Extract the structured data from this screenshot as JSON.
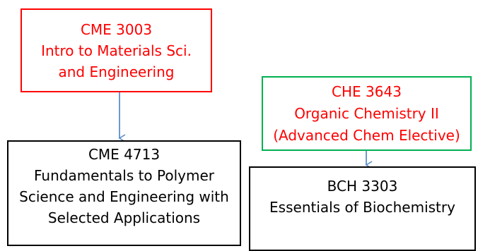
{
  "nodes": {
    "cme3003": [
      "CME  3003",
      "Intro to Materials Sci.",
      "and Engineering"
    ],
    "che3643": [
      "CHE 3643",
      "Organic Chemistry II",
      "(Advanced Chem Elective)"
    ],
    "cme4713": [
      "CME 4713",
      "Fundamentals to Polymer",
      "Science and Engineering with",
      "Selected Applications"
    ],
    "bch3303": [
      "BCH 3303",
      "Essentials of Biochemistry"
    ]
  },
  "edges": [
    {
      "from": "cme3003",
      "to": "cme4713"
    },
    {
      "from": "che3643",
      "to": "bch3303"
    }
  ],
  "colors": {
    "prereq_border": "#ff0000",
    "prereq_text": "#ff0000",
    "elective_border": "#00b050",
    "course_border": "#000000",
    "course_text": "#000000",
    "arrow": "#5b8ec9"
  }
}
